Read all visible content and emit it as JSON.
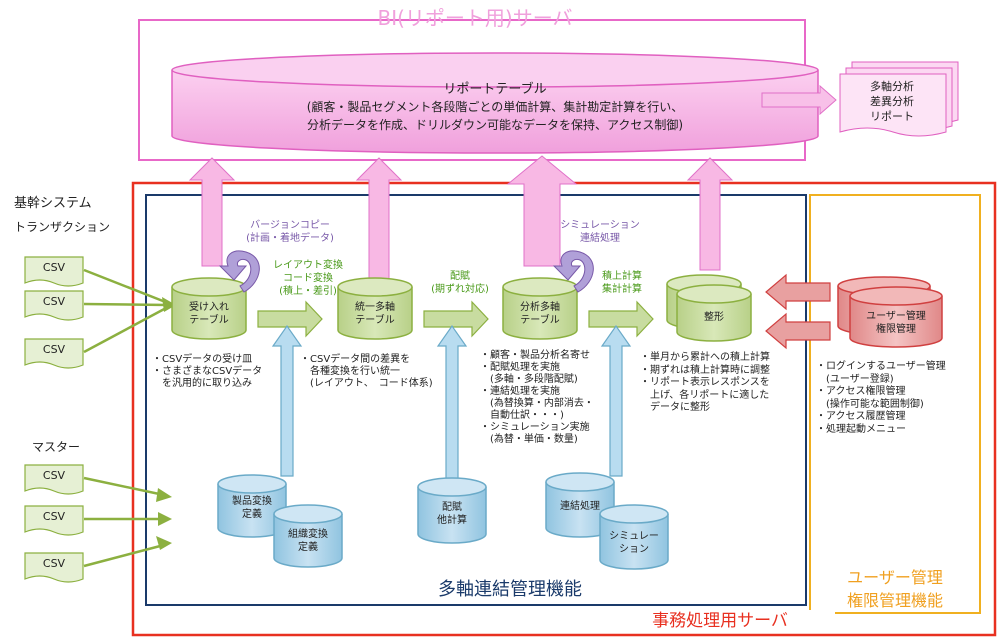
{
  "bi_server": {
    "title": "BI(リポート用)サーバ"
  },
  "report_table": {
    "title": "リポートテーブル",
    "line1": "(顧客・製品セグメント各段階ごとの単価計算、集計勘定計算を行い、",
    "line2": "分析データを作成、ドリルダウン可能なデータを保持、アクセス制御)"
  },
  "reports": {
    "line1": "多軸分析",
    "line2": "差異分析",
    "line3": "リポート"
  },
  "core_system": {
    "label": "基幹システム",
    "transaction_label": "トランザクション",
    "master_label": "マスター"
  },
  "csv_label": "CSV",
  "version_copy": {
    "line1": "バージョンコピー",
    "line2": "(計画・着地データ)"
  },
  "simulation_link": {
    "line1": "シミュレーション",
    "line2": "連結処理"
  },
  "layout_convert": {
    "line1": "レイアウト変換",
    "line2": "コード変換",
    "line3": "(積上・差引)"
  },
  "allocation_label": {
    "line1": "配賦",
    "line2": "(期ずれ対応)"
  },
  "cumulative_label": {
    "line1": "積上計算",
    "line2": "集計計算"
  },
  "cylinders": {
    "receive": {
      "line1": "受け入れ",
      "line2": "テーブル"
    },
    "unified": {
      "line1": "統一多軸",
      "line2": "テーブル"
    },
    "analysis": {
      "line1": "分析多軸",
      "line2": "テーブル"
    },
    "shaping": {
      "line1": "整形"
    },
    "user_mgmt": {
      "line1": "ユーザー管理",
      "line2": "権限管理"
    },
    "product_conv": {
      "line1": "製品変換",
      "line2": "定義"
    },
    "org_conv": {
      "line1": "組織変換",
      "line2": "定義"
    },
    "alloc_calc": {
      "line1": "配賦",
      "line2": "他計算"
    },
    "consolidation": {
      "line1": "連結処理"
    },
    "simulation": {
      "line1": "シミュレー",
      "line2": "ション"
    }
  },
  "notes": {
    "receive": "・CSVデータの受け皿\n・さまざまなCSVデータ\n　を汎用的に取り込み",
    "unified": "・CSVデータ間の差異を\n　各種変換を行い統一\n　(レイアウト、　コード体系)",
    "analysis": "・顧客・製品分析名寄せ\n・配賦処理を実施\n　(多軸・多段階配賦)\n・連結処理を実施\n　(為替換算・内部消去・\n　自動仕訳・・・)\n・シミュレーション実施\n　(為替・単価・数量)",
    "shaping": "・単月から累計への積上計算\n・期ずれは積上計算時に調整\n・リポート表示レスポンスを\n　上げ、各リポートに適した\n　データに整形",
    "user": "・ログインするユーザー管理\n　(ユーザー登録)\n・アクセス権限管理\n　(操作可能な範囲制御)\n・アクセス履歴管理\n・処理起動メニュー"
  },
  "multi_axis_title": "多軸連結管理機能",
  "user_auth_title": {
    "line1": "ユーザー管理",
    "line2": "権限管理機能"
  },
  "office_server_title": "事務処理用サーバ",
  "colors": {
    "pink": "#e040a8",
    "pink_fill": "#f9b8e6",
    "pink_box": "#f0a0d8",
    "green": "#8cb040",
    "green_fill": "#c8dca0",
    "green_text": "#4a9a1a",
    "blue": "#6aaac8",
    "blue_fill": "#aed4ea",
    "navy": "#1a3a6a",
    "red": "#d04040",
    "red_fill": "#e8a0a0",
    "orange": "#e8a020",
    "purple": "#7858a8",
    "purple_fill": "#b0a0d8",
    "orange_red": "#e03000"
  }
}
